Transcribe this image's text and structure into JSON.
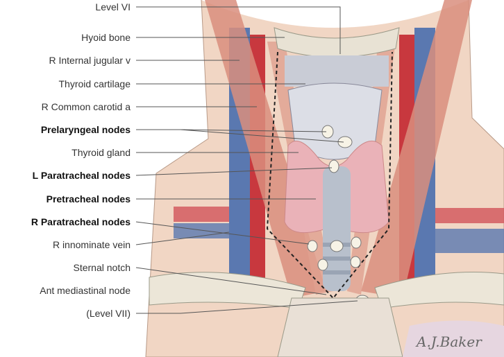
{
  "labels": [
    {
      "text": "Level VI",
      "bold": false
    },
    {
      "text": "Hyoid bone",
      "bold": false
    },
    {
      "text": "R Internal jugular v",
      "bold": false
    },
    {
      "text": "Thyroid cartilage",
      "bold": false
    },
    {
      "text": "R Common carotid a",
      "bold": false
    },
    {
      "text": "Prelaryngeal nodes",
      "bold": true
    },
    {
      "text": "Thyroid gland",
      "bold": false
    },
    {
      "text": "L Paratracheal nodes",
      "bold": true
    },
    {
      "text": "Pretracheal nodes",
      "bold": true
    },
    {
      "text": "R Paratracheal nodes",
      "bold": true
    },
    {
      "text": "R innominate vein",
      "bold": false
    },
    {
      "text": "Sternal notch",
      "bold": false
    },
    {
      "text": "Ant mediastinal node",
      "bold": false
    },
    {
      "text": "(Level VII)",
      "bold": false
    }
  ],
  "signature": "A.J. Baker"
}
